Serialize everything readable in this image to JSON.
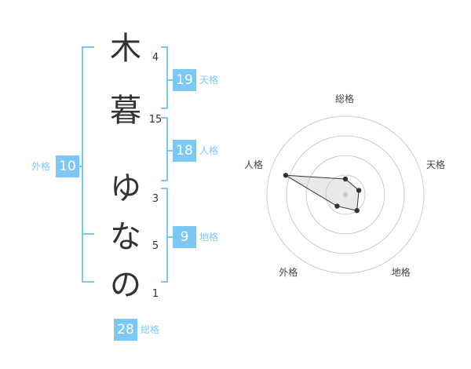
{
  "name": {
    "characters": [
      {
        "char": "木",
        "strokes": "4"
      },
      {
        "char": "暮",
        "strokes": "15"
      },
      {
        "char": "ゆ",
        "strokes": "3"
      },
      {
        "char": "な",
        "strokes": "5"
      },
      {
        "char": "の",
        "strokes": "1"
      }
    ]
  },
  "grids": {
    "tenkaku": {
      "value": "19",
      "label": "天格"
    },
    "jinkaku": {
      "value": "18",
      "label": "人格"
    },
    "chikaku": {
      "value": "9",
      "label": "地格"
    },
    "gaikaku": {
      "value": "10",
      "label": "外格"
    },
    "soukaku": {
      "value": "28",
      "label": "総格"
    }
  },
  "colors": {
    "accent": "#7cc8f4",
    "text": "#333333",
    "ring": "#cccccc"
  },
  "chart_data": {
    "type": "radar",
    "axes": [
      "総格",
      "天格",
      "地格",
      "外格",
      "人格"
    ],
    "values": [
      0.2,
      0.18,
      0.25,
      0.18,
      0.8
    ],
    "rings": 4,
    "max": 1
  }
}
